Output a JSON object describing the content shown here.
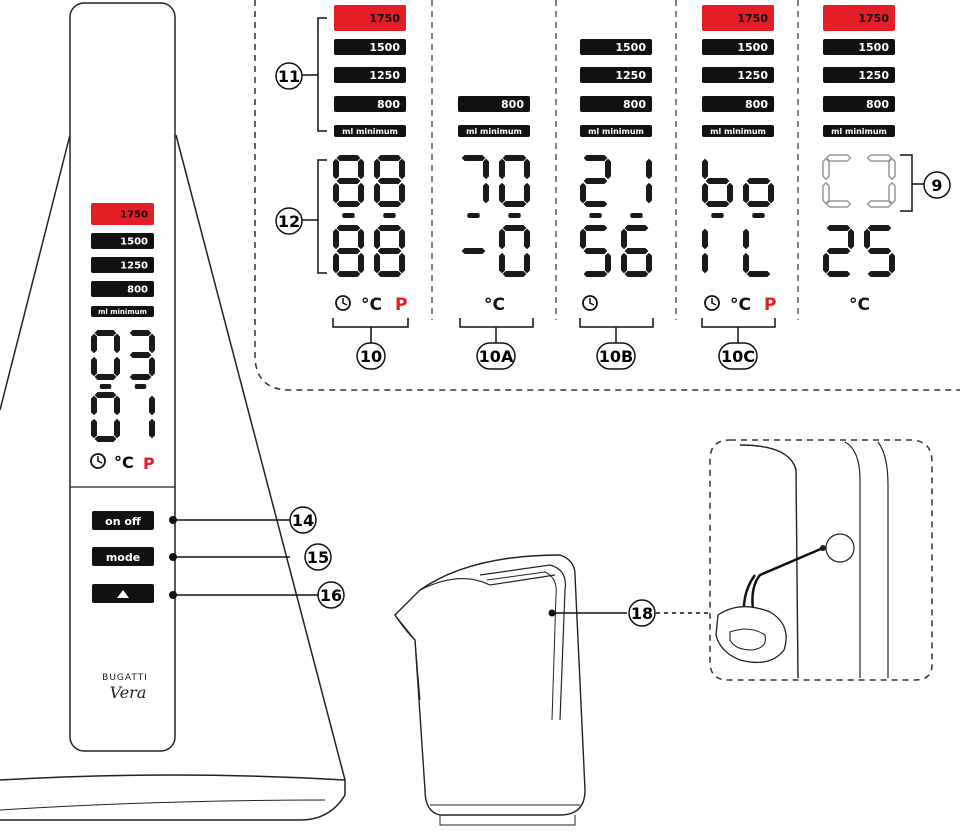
{
  "panel": {
    "capacities": [
      "1750",
      "1500",
      "1250",
      "800"
    ],
    "minimum_label": "ml minimum",
    "display_top": "03",
    "display_bottom": "01",
    "buttons": {
      "on_off": "on off",
      "mode": "mode",
      "up": "▲"
    },
    "brand": "BUGATTI",
    "brand_model": "Vera"
  },
  "icons": {
    "clock": "clock-icon",
    "celsius": "°C",
    "p": "P"
  },
  "accent_color": "#e41e26",
  "callouts": {
    "n9": "9",
    "n10": "10",
    "n10a": "10A",
    "n10b": "10B",
    "n10c": "10C",
    "n11": "11",
    "n12": "12",
    "n14": "14",
    "n15": "15",
    "n16": "16",
    "n18": "18"
  },
  "display_columns": [
    {
      "id": "col-10",
      "top": "88",
      "bottom": "88",
      "pills": [
        "1750",
        "1500",
        "1250",
        "800"
      ],
      "icons": [
        "clock",
        "°C",
        "P"
      ]
    },
    {
      "id": "col-10a",
      "top": "70",
      "bottom": "-0",
      "pills": [
        "800"
      ],
      "icons": [
        "°C"
      ]
    },
    {
      "id": "col-10b",
      "top": "21",
      "bottom": "56",
      "pills": [
        "1500",
        "1250",
        "800"
      ],
      "icons": [
        "clock"
      ]
    },
    {
      "id": "col-10c",
      "top": "bo",
      "bottom": "IL",
      "pills": [
        "1750",
        "1500",
        "1250",
        "800"
      ],
      "icons": [
        "clock",
        "°C",
        "P"
      ]
    },
    {
      "id": "col-9",
      "top": "[]",
      "bottom": "25",
      "pills": [
        "1750",
        "1500",
        "1250",
        "800"
      ],
      "icons": [
        "°C"
      ]
    }
  ]
}
